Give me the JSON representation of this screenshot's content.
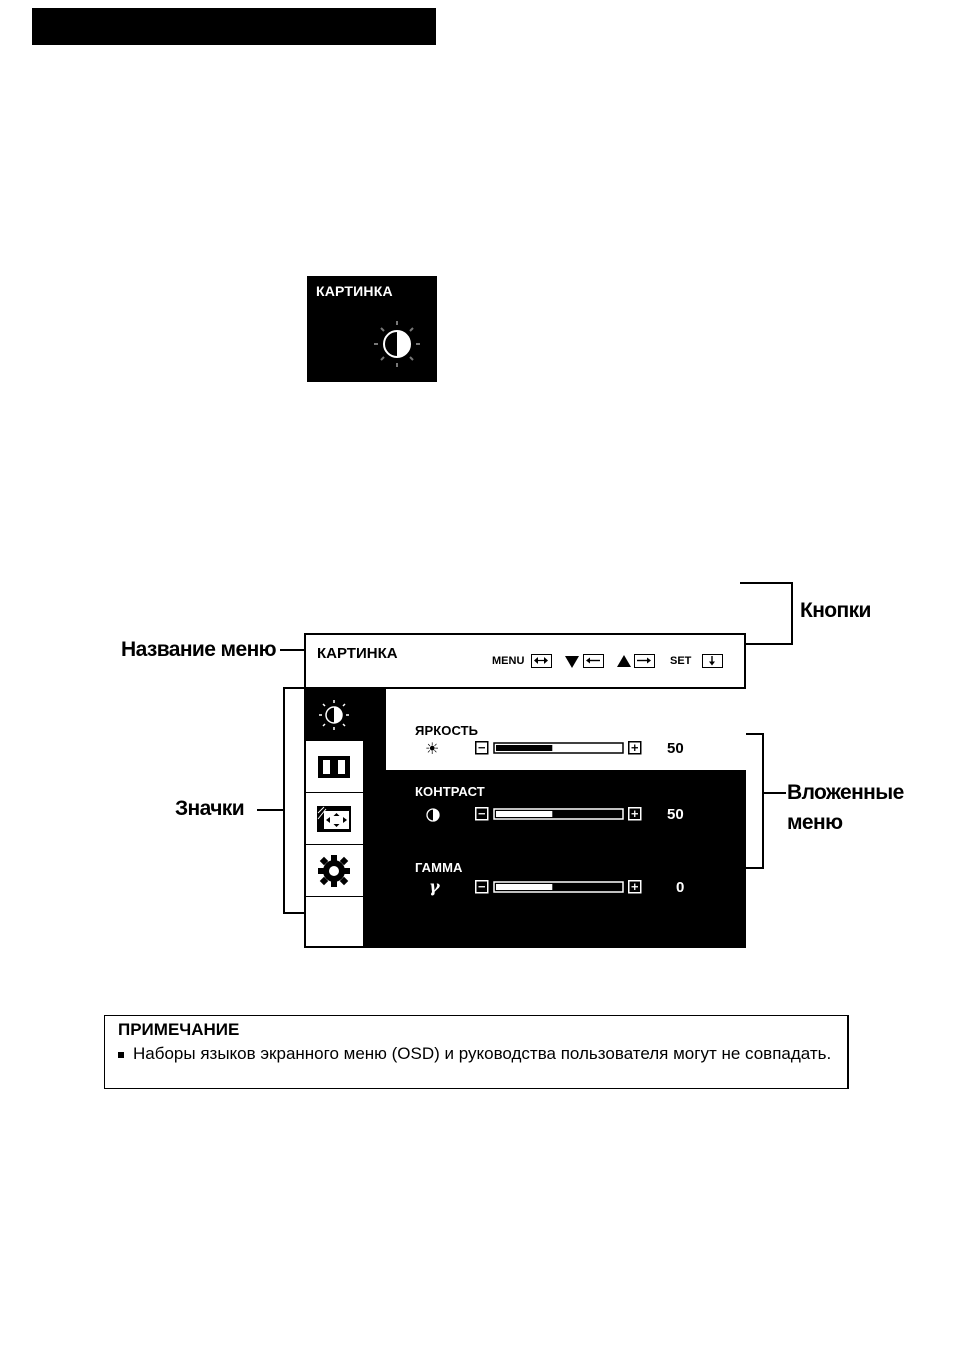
{
  "small_icon": {
    "title": "КАРТИНКА"
  },
  "callouts": {
    "menu_name": "Название меню",
    "buttons": "Кнопки",
    "icons": "Значки",
    "submenus_line1": "Вложенные",
    "submenus_line2": "меню"
  },
  "osd": {
    "title": "КАРТИНКА",
    "buttons": {
      "menu": "MENU",
      "set": "SET"
    },
    "submenus": [
      {
        "label": "ЯРКОСТЬ",
        "value": "50",
        "level": 0.45,
        "symbol": "☀"
      },
      {
        "label": "КОНТРАСТ",
        "value": "50",
        "level": 0.45,
        "symbol": "◑"
      },
      {
        "label": "ГАММА",
        "value": "0",
        "level": 0.45,
        "symbol": "γ"
      }
    ]
  },
  "note": {
    "title": "ПРИМЕЧАНИЕ",
    "text": "Наборы языков экранного меню (OSD) и руководства пользователя могут не совпадать."
  }
}
